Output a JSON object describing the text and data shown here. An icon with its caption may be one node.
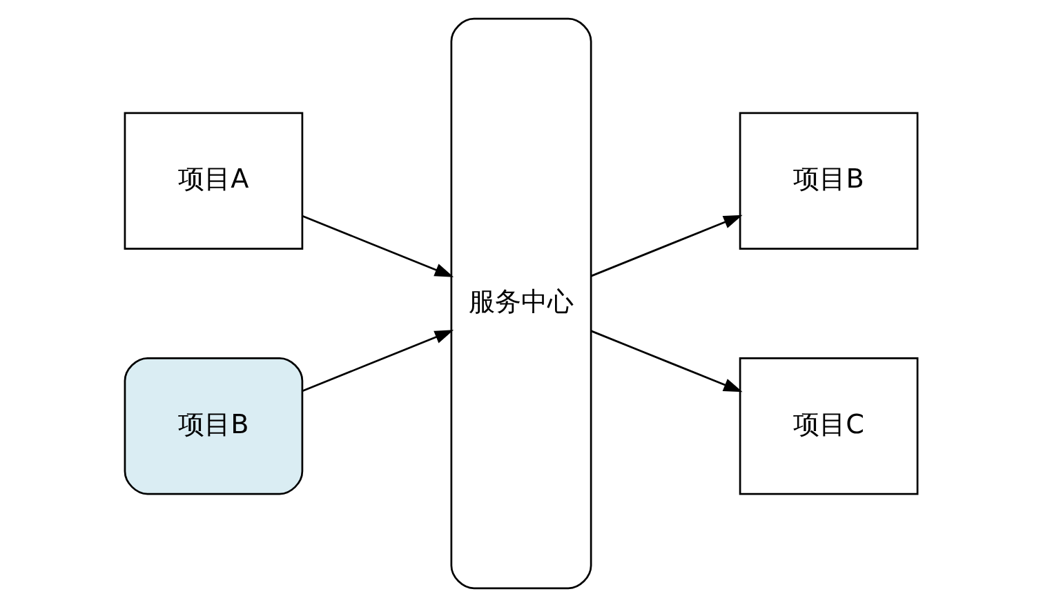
{
  "diagram": {
    "nodes": [
      {
        "text": [
          "项目A"
        ]
      },
      {
        "text": [
          "项目B"
        ]
      },
      {
        "text": [
          "服务中心"
        ]
      },
      {
        "text": [
          "项目B"
        ]
      },
      {
        "text": [
          "项目C"
        ]
      }
    ],
    "edges": [
      {
        "from": 0,
        "to": 2,
        "arrow": "to"
      },
      {
        "from": 1,
        "to": 2,
        "arrow": "to"
      },
      {
        "from": 2,
        "to": 3,
        "arrow": "to"
      },
      {
        "from": 2,
        "to": 4,
        "arrow": "to"
      }
    ]
  }
}
